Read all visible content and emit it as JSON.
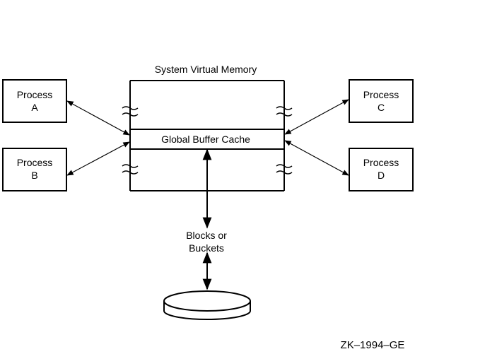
{
  "diagram": {
    "memory_title": "System Virtual Memory",
    "cache_label": "Global Buffer Cache",
    "processes": [
      {
        "line1": "Process",
        "line2": "A"
      },
      {
        "line1": "Process",
        "line2": "B"
      },
      {
        "line1": "Process",
        "line2": "C"
      },
      {
        "line1": "Process",
        "line2": "D"
      }
    ],
    "transfer_label": {
      "line1": "Blocks or",
      "line2": "Buckets"
    },
    "disk": "disk-icon",
    "figure_id": "ZK–1994–GE",
    "colors": {
      "stroke": "#000000",
      "background": "#ffffff"
    }
  }
}
